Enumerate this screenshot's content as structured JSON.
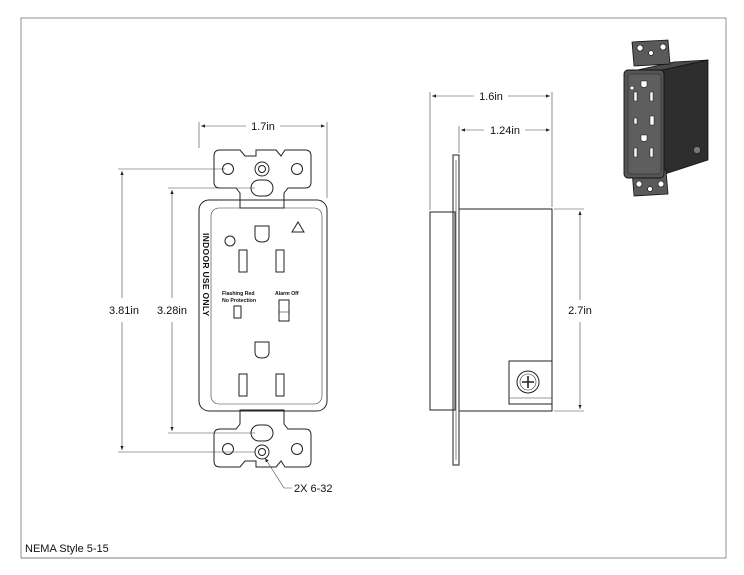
{
  "dimensions": {
    "front_width": "1.7in",
    "front_height_overall": "3.81in",
    "front_height_body": "3.28in",
    "side_width_overall": "1.6in",
    "side_width_body": "1.24in",
    "side_height": "2.7in",
    "screw_callout": "2X 6-32"
  },
  "labels": {
    "indoor_use": "INDOOR USE ONLY",
    "flashing_red_line1": "Flashing Red",
    "flashing_red_line2": "No Protection",
    "alarm_off": "Alarm Off"
  },
  "title_block": {
    "style_label": "NEMA Style 5-15"
  },
  "colors": {
    "line": "#222222",
    "product_body": "#3a3a3a",
    "product_face": "#5a5a5a"
  }
}
